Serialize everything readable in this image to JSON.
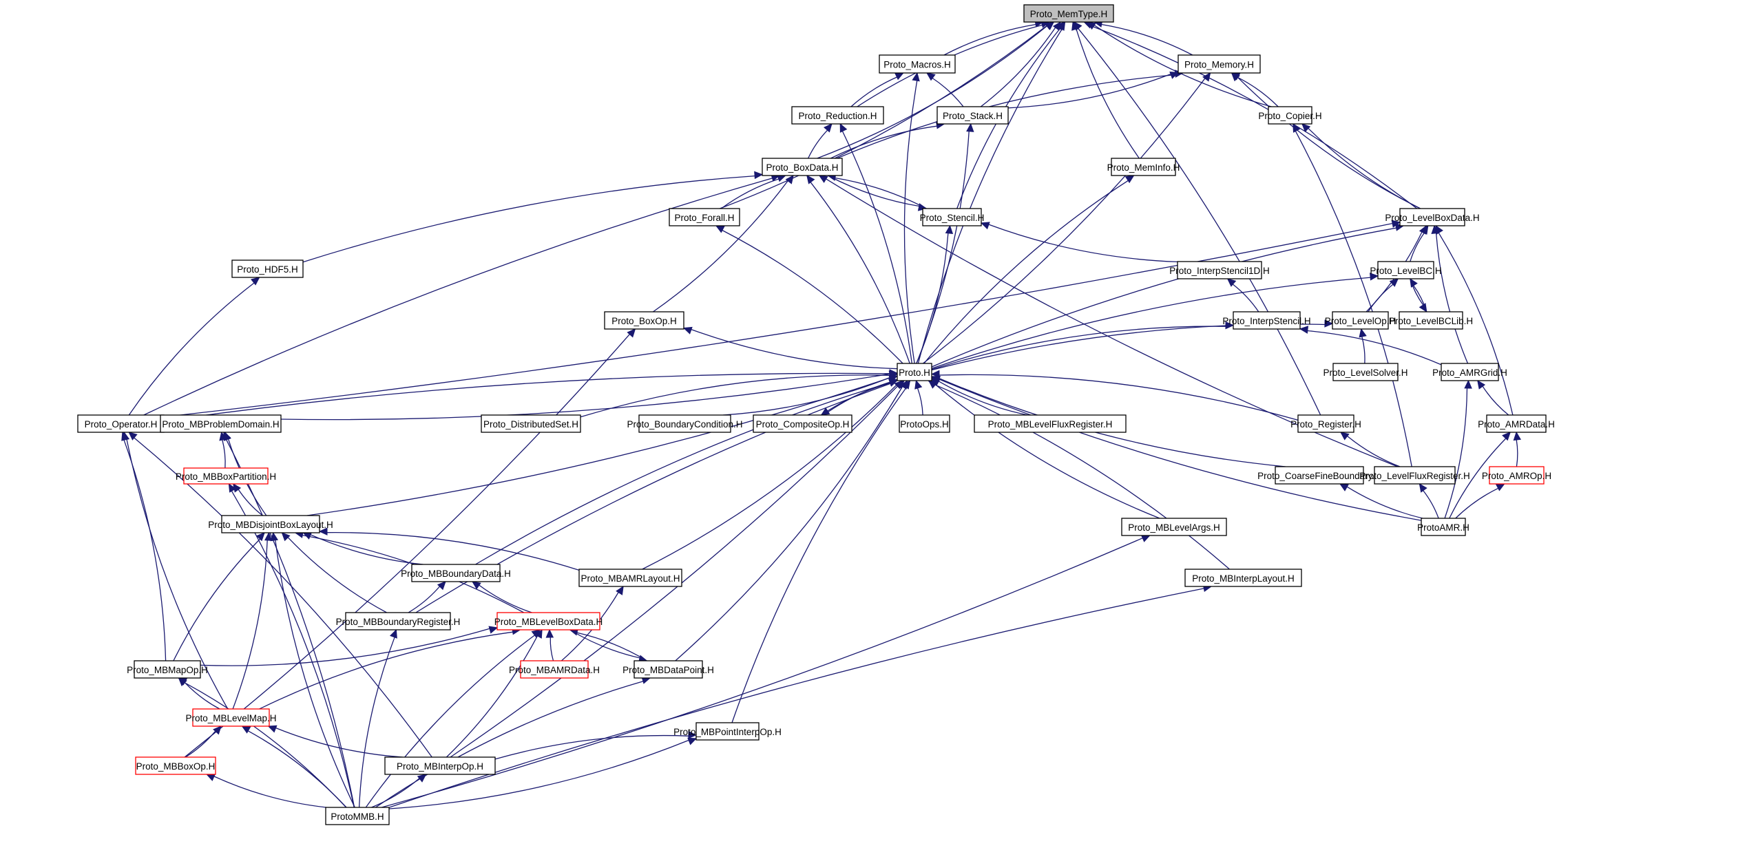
{
  "diagram": {
    "title": "Proto_MemType.H include dependency graph",
    "colors": {
      "edge": "#191970",
      "node_border": "#000000",
      "node_border_incomplete": "#ff0000",
      "root_fill": "#bfbfbf",
      "node_fill": "#ffffff"
    },
    "root": "Proto_MemType.H",
    "nodes": [
      {
        "id": "memtype",
        "label": "Proto_MemType.H",
        "style": "root"
      },
      {
        "id": "macros",
        "label": "Proto_Macros.H",
        "style": "normal"
      },
      {
        "id": "memory",
        "label": "Proto_Memory.H",
        "style": "normal"
      },
      {
        "id": "reduction",
        "label": "Proto_Reduction.H",
        "style": "normal"
      },
      {
        "id": "stack",
        "label": "Proto_Stack.H",
        "style": "normal"
      },
      {
        "id": "copier",
        "label": "Proto_Copier.H",
        "style": "normal"
      },
      {
        "id": "boxdata",
        "label": "Proto_BoxData.H",
        "style": "normal"
      },
      {
        "id": "meminfo",
        "label": "Proto_MemInfo.H",
        "style": "normal"
      },
      {
        "id": "forall",
        "label": "Proto_Forall.H",
        "style": "normal"
      },
      {
        "id": "stencil",
        "label": "Proto_Stencil.H",
        "style": "normal"
      },
      {
        "id": "levelboxdata",
        "label": "Proto_LevelBoxData.H",
        "style": "normal"
      },
      {
        "id": "hdf5",
        "label": "Proto_HDF5.H",
        "style": "normal"
      },
      {
        "id": "interpstencil1d",
        "label": "Proto_InterpStencil1D.H",
        "style": "normal"
      },
      {
        "id": "levelbc",
        "label": "Proto_LevelBC.H",
        "style": "normal"
      },
      {
        "id": "boxop",
        "label": "Proto_BoxOp.H",
        "style": "normal"
      },
      {
        "id": "interpstencil",
        "label": "Proto_InterpStencil.H",
        "style": "normal"
      },
      {
        "id": "levelop",
        "label": "Proto_LevelOp.H",
        "style": "normal"
      },
      {
        "id": "levelbclib",
        "label": "Proto_LevelBCLib.H",
        "style": "normal"
      },
      {
        "id": "proto",
        "label": "Proto.H",
        "style": "normal"
      },
      {
        "id": "levelsolver",
        "label": "Proto_LevelSolver.H",
        "style": "normal"
      },
      {
        "id": "amrgrid",
        "label": "Proto_AMRGrid.H",
        "style": "normal"
      },
      {
        "id": "operator",
        "label": "Proto_Operator.H",
        "style": "normal"
      },
      {
        "id": "mbproblemdomain",
        "label": "Proto_MBProblemDomain.H",
        "style": "normal"
      },
      {
        "id": "distributedset",
        "label": "Proto_DistributedSet.H",
        "style": "normal"
      },
      {
        "id": "boundarycondition",
        "label": "Proto_BoundaryCondition.H",
        "style": "normal"
      },
      {
        "id": "compositeop",
        "label": "Proto_CompositeOp.H",
        "style": "normal"
      },
      {
        "id": "protoops",
        "label": "ProtoOps.H",
        "style": "normal"
      },
      {
        "id": "mblevelfluxregister",
        "label": "Proto_MBLevelFluxRegister.H",
        "style": "normal"
      },
      {
        "id": "register",
        "label": "Proto_Register.H",
        "style": "normal"
      },
      {
        "id": "amrdata",
        "label": "Proto_AMRData.H",
        "style": "normal"
      },
      {
        "id": "mbboxpartition",
        "label": "Proto_MBBoxPartition.H",
        "style": "red"
      },
      {
        "id": "coarsefineboundary",
        "label": "Proto_CoarseFineBoundary.H",
        "style": "normal"
      },
      {
        "id": "levelfluxregister",
        "label": "Proto_LevelFluxRegister.H",
        "style": "normal"
      },
      {
        "id": "amrop",
        "label": "Proto_AMROp.H",
        "style": "red"
      },
      {
        "id": "mbdisjointboxlayout",
        "label": "Proto_MBDisjointBoxLayout.H",
        "style": "normal"
      },
      {
        "id": "mblevelargs",
        "label": "Proto_MBLevelArgs.H",
        "style": "normal"
      },
      {
        "id": "protoamr",
        "label": "ProtoAMR.H",
        "style": "normal"
      },
      {
        "id": "mbboundarydata",
        "label": "Proto_MBBoundaryData.H",
        "style": "normal"
      },
      {
        "id": "mbamrlayout",
        "label": "Proto_MBAMRLayout.H",
        "style": "normal"
      },
      {
        "id": "mbinterplayout",
        "label": "Proto_MBInterpLayout.H",
        "style": "normal"
      },
      {
        "id": "mbboundaryregister",
        "label": "Proto_MBBoundaryRegister.H",
        "style": "normal"
      },
      {
        "id": "mblevelboxdata",
        "label": "Proto_MBLevelBoxData.H",
        "style": "red"
      },
      {
        "id": "mbmapop",
        "label": "Proto_MBMapOp.H",
        "style": "normal"
      },
      {
        "id": "mbamrdata",
        "label": "Proto_MBAMRData.H",
        "style": "red"
      },
      {
        "id": "mbdatapoint",
        "label": "Proto_MBDataPoint.H",
        "style": "normal"
      },
      {
        "id": "mblevelmap",
        "label": "Proto_MBLevelMap.H",
        "style": "red"
      },
      {
        "id": "mbpointinterpop",
        "label": "Proto_MBPointInterpOp.H",
        "style": "normal"
      },
      {
        "id": "mbboxop",
        "label": "Proto_MBBoxOp.H",
        "style": "red"
      },
      {
        "id": "mbinterpop",
        "label": "Proto_MBInterpOp.H",
        "style": "normal"
      },
      {
        "id": "protommb",
        "label": "ProtoMMB.H",
        "style": "normal"
      }
    ],
    "edges": [
      [
        "macros",
        "memtype"
      ],
      [
        "memory",
        "memtype"
      ],
      [
        "reduction",
        "memtype"
      ],
      [
        "stack",
        "memtype"
      ],
      [
        "copier",
        "memtype"
      ],
      [
        "boxdata",
        "memtype"
      ],
      [
        "meminfo",
        "memtype"
      ],
      [
        "forall",
        "memtype"
      ],
      [
        "stencil",
        "memtype"
      ],
      [
        "levelboxdata",
        "memtype"
      ],
      [
        "proto",
        "memtype"
      ],
      [
        "register",
        "memtype"
      ],
      [
        "reduction",
        "macros"
      ],
      [
        "stack",
        "macros"
      ],
      [
        "proto",
        "macros"
      ],
      [
        "stack",
        "memory"
      ],
      [
        "boxdata",
        "memory"
      ],
      [
        "copier",
        "memory"
      ],
      [
        "levelboxdata",
        "memory"
      ],
      [
        "proto",
        "memory"
      ],
      [
        "boxdata",
        "reduction"
      ],
      [
        "proto",
        "reduction"
      ],
      [
        "boxdata",
        "stack"
      ],
      [
        "proto",
        "stack"
      ],
      [
        "levelboxdata",
        "copier"
      ],
      [
        "levelfluxregister",
        "copier"
      ],
      [
        "forall",
        "boxdata"
      ],
      [
        "stencil",
        "boxdata"
      ],
      [
        "hdf5",
        "boxdata"
      ],
      [
        "boxop",
        "boxdata"
      ],
      [
        "operator",
        "boxdata"
      ],
      [
        "proto",
        "boxdata"
      ],
      [
        "levelfluxregister",
        "boxdata"
      ],
      [
        "boxdata",
        "stencil"
      ],
      [
        "proto",
        "meminfo"
      ],
      [
        "proto",
        "forall"
      ],
      [
        "interpstencil1d",
        "stencil"
      ],
      [
        "proto",
        "stencil"
      ],
      [
        "levelbc",
        "levelboxdata"
      ],
      [
        "levelop",
        "levelboxdata"
      ],
      [
        "amrgrid",
        "levelboxdata"
      ],
      [
        "amrdata",
        "levelboxdata"
      ],
      [
        "proto",
        "levelboxdata"
      ],
      [
        "operator",
        "levelboxdata"
      ],
      [
        "operator",
        "hdf5"
      ],
      [
        "interpstencil",
        "interpstencil1d"
      ],
      [
        "levelop",
        "levelbc"
      ],
      [
        "levelbclib",
        "levelbc"
      ],
      [
        "proto",
        "levelbc"
      ],
      [
        "levelbc",
        "levelbclib"
      ],
      [
        "proto",
        "boxop"
      ],
      [
        "mbboxop",
        "boxop"
      ],
      [
        "proto",
        "interpstencil"
      ],
      [
        "amrgrid",
        "interpstencil"
      ],
      [
        "proto",
        "levelop"
      ],
      [
        "levelsolver",
        "levelop"
      ],
      [
        "amrdata",
        "amrgrid"
      ],
      [
        "protoamr",
        "amrgrid"
      ],
      [
        "operator",
        "proto"
      ],
      [
        "mbproblemdomain",
        "proto"
      ],
      [
        "distributedset",
        "proto"
      ],
      [
        "boundarycondition",
        "proto"
      ],
      [
        "compositeop",
        "proto"
      ],
      [
        "protoops",
        "proto"
      ],
      [
        "mblevelfluxregister",
        "proto"
      ],
      [
        "register",
        "proto"
      ],
      [
        "coarsefineboundary",
        "proto"
      ],
      [
        "mbdisjointboxlayout",
        "proto"
      ],
      [
        "mblevelargs",
        "proto"
      ],
      [
        "mbinterplayout",
        "proto"
      ],
      [
        "mbboundarydata",
        "proto"
      ],
      [
        "mbamrlayout",
        "proto"
      ],
      [
        "mbboundaryregister",
        "proto"
      ],
      [
        "mbdatapoint",
        "proto"
      ],
      [
        "mbpointinterpop",
        "proto"
      ],
      [
        "mbinterpop",
        "proto"
      ],
      [
        "protoamr",
        "proto"
      ],
      [
        "proto",
        "compositeop"
      ],
      [
        "levelfluxregister",
        "register"
      ],
      [
        "amrop",
        "amrdata"
      ],
      [
        "protoamr",
        "amrdata"
      ],
      [
        "mbboxpartition",
        "mbproblemdomain"
      ],
      [
        "mbdisjointboxlayout",
        "mbproblemdomain"
      ],
      [
        "protommb",
        "mbproblemdomain"
      ],
      [
        "mbdisjointboxlayout",
        "mbboxpartition"
      ],
      [
        "protommb",
        "mbboxpartition"
      ],
      [
        "protoamr",
        "coarsefineboundary"
      ],
      [
        "protoamr",
        "levelfluxregister"
      ],
      [
        "protoamr",
        "amrop"
      ],
      [
        "mbmapop",
        "operator"
      ],
      [
        "mblevelmap",
        "operator"
      ],
      [
        "mbinterpop",
        "operator"
      ],
      [
        "mbboundarydata",
        "mbdisjointboxlayout"
      ],
      [
        "mbamrlayout",
        "mbdisjointboxlayout"
      ],
      [
        "mbboundaryregister",
        "mbdisjointboxlayout"
      ],
      [
        "mblevelboxdata",
        "mbdisjointboxlayout"
      ],
      [
        "mbmapop",
        "mbdisjointboxlayout"
      ],
      [
        "mblevelmap",
        "mbdisjointboxlayout"
      ],
      [
        "protommb",
        "mbdisjointboxlayout"
      ],
      [
        "protommb",
        "mblevelargs"
      ],
      [
        "protommb",
        "mbinterplayout"
      ],
      [
        "mbboundaryregister",
        "mbboundarydata"
      ],
      [
        "mblevelboxdata",
        "mbboundarydata"
      ],
      [
        "mbamrdata",
        "mbamrlayout"
      ],
      [
        "protommb",
        "mbboundaryregister"
      ],
      [
        "mbmapop",
        "mblevelboxdata"
      ],
      [
        "mbamrdata",
        "mblevelboxdata"
      ],
      [
        "mbdatapoint",
        "mblevelboxdata"
      ],
      [
        "mblevelmap",
        "mblevelboxdata"
      ],
      [
        "mbinterpop",
        "mblevelboxdata"
      ],
      [
        "protommb",
        "mblevelboxdata"
      ],
      [
        "mblevelboxdata",
        "mbdatapoint"
      ],
      [
        "mblevelmap",
        "mbmapop"
      ],
      [
        "protommb",
        "mbmapop"
      ],
      [
        "protommb",
        "mbdatapoint"
      ],
      [
        "mbboxop",
        "mblevelmap"
      ],
      [
        "mbinterpop",
        "mblevelmap"
      ],
      [
        "protommb",
        "mblevelmap"
      ],
      [
        "mbinterpop",
        "mbpointinterpop"
      ],
      [
        "protommb",
        "mbpointinterpop"
      ],
      [
        "protommb",
        "mbboxop"
      ],
      [
        "protommb",
        "mbinterpop"
      ]
    ]
  }
}
